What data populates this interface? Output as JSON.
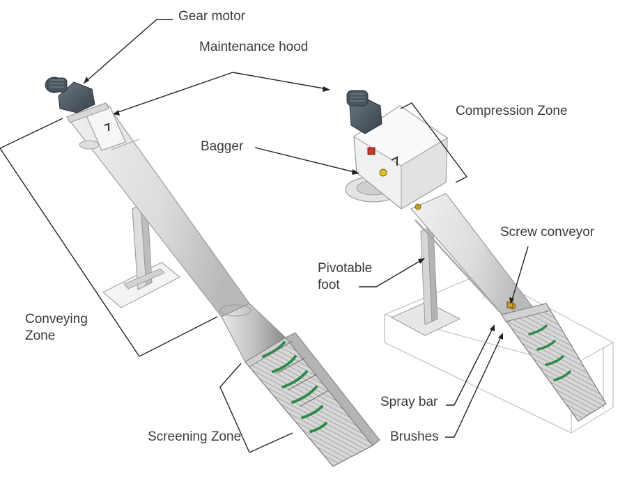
{
  "labels": {
    "gear_motor": "Gear motor",
    "maintenance_hood": "Maintenance hood",
    "compression_zone": "Compression Zone",
    "bagger": "Bagger",
    "screw_conveyor": "Screw conveyor",
    "pivotable_foot": "Pivotable\nfoot",
    "conveying_zone": "Conveying\nZone",
    "spray_bar": "Spray bar",
    "screening_zone": "Screening Zone",
    "brushes": "Brushes"
  },
  "colors": {
    "steel_light": "#e4e4e4",
    "steel_mid": "#c8c8c8",
    "steel_dark": "#8c8c8c",
    "motor": "#4f5964",
    "spiral": "#2e8a4a",
    "leader": "#222222",
    "text": "#3a3a3a"
  }
}
